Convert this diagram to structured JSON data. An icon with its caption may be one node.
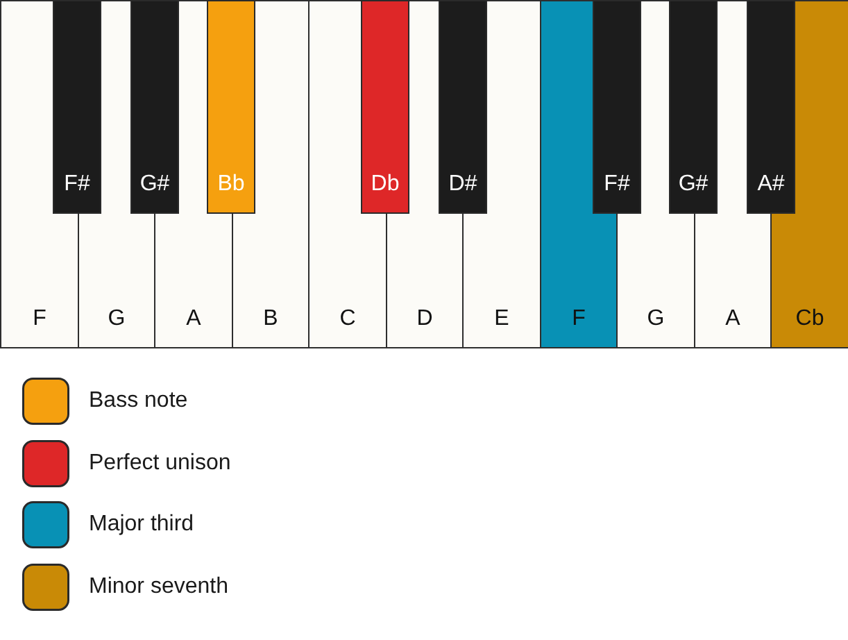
{
  "diagram": {
    "nodes": [
      {
        "text": [
          "F"
        ]
      },
      {
        "text": [
          "F#"
        ]
      },
      {
        "text": [
          "G"
        ]
      },
      {
        "text": [
          "G#"
        ]
      },
      {
        "text": [
          "A"
        ]
      },
      {
        "text": [
          "Bb"
        ]
      },
      {
        "text": [
          "B"
        ]
      },
      {
        "text": [
          "C"
        ]
      },
      {
        "text": [
          "Db"
        ]
      },
      {
        "text": [
          "D"
        ]
      },
      {
        "text": [
          "D#"
        ]
      },
      {
        "text": [
          "E"
        ]
      },
      {
        "text": [
          "F"
        ]
      },
      {
        "text": [
          "F#"
        ]
      },
      {
        "text": [
          "G"
        ]
      },
      {
        "text": [
          "G#"
        ]
      },
      {
        "text": [
          "A"
        ]
      },
      {
        "text": [
          "A#"
        ]
      },
      {
        "text": [
          "Cb"
        ]
      }
    ],
    "legend": [
      {
        "text": "Bass note",
        "color": "#f5a00f"
      },
      {
        "text": "Perfect unison",
        "color": "#de2728"
      },
      {
        "text": "Major third",
        "color": "#0891b5"
      },
      {
        "text": "Minor seventh",
        "color": "#c98a06"
      }
    ]
  }
}
